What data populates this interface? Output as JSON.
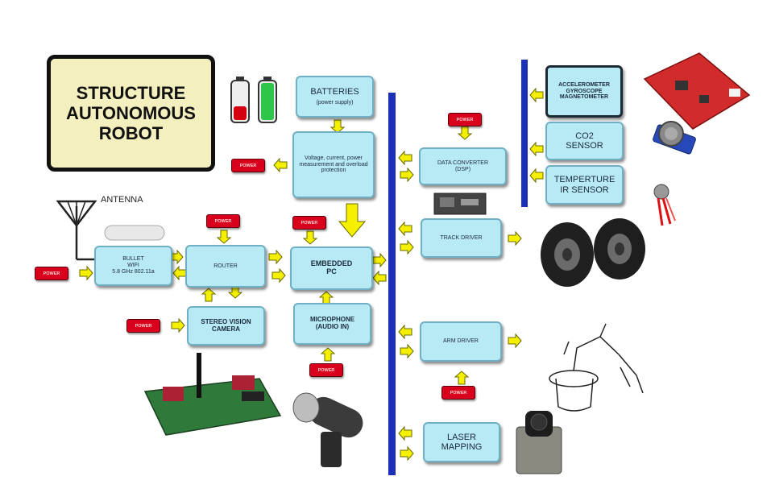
{
  "title": [
    "STRUCTURE",
    "AUTONOMOUS",
    "ROBOT"
  ],
  "antenna_label": "ANTENNA",
  "power_label": "POWER",
  "blocks": {
    "batteries": {
      "title": "BATTERIES",
      "sub": "(power supply)"
    },
    "voltage": {
      "text": "Voltage, current, power measurement and overload protection"
    },
    "bullet_wifi": {
      "line1": "BULLET",
      "line2": "WIFI",
      "line3": "5.8 GHz 802.11a"
    },
    "router": {
      "text": "ROUTER"
    },
    "embedded_pc": {
      "line1": "EMBEDDED",
      "line2": "PC"
    },
    "stereo_camera": {
      "line1": "STEREO VISION",
      "line2": "CAMERA"
    },
    "microphone": {
      "line1": "MICROPHONE",
      "line2": "(AUDIO IN)"
    },
    "data_converter": {
      "line1": "DATA CONVERTER",
      "line2": "(DSP)"
    },
    "track_driver": {
      "text": "TRACK DRIVER"
    },
    "arm_driver": {
      "text": "ARM DRIVER"
    },
    "laser_mapping": {
      "line1": "LASER",
      "line2": "MAPPING"
    },
    "accelerometer": {
      "line1": "ACCELEROMETER",
      "line2": "GYROSCOPE",
      "line3": "MAGNETOMETER"
    },
    "co2": {
      "line1": "CO2",
      "line2": "SENSOR"
    },
    "temperature": {
      "line1": "TEMPERTURE",
      "line2": "IR SENSOR"
    }
  },
  "colors": {
    "block_fill": "#b8eaf5",
    "power_fill": "#d8001c",
    "bus": "#1d2fb8",
    "arrow_fill": "#f4f000",
    "title_fill": "#f4efbe"
  }
}
